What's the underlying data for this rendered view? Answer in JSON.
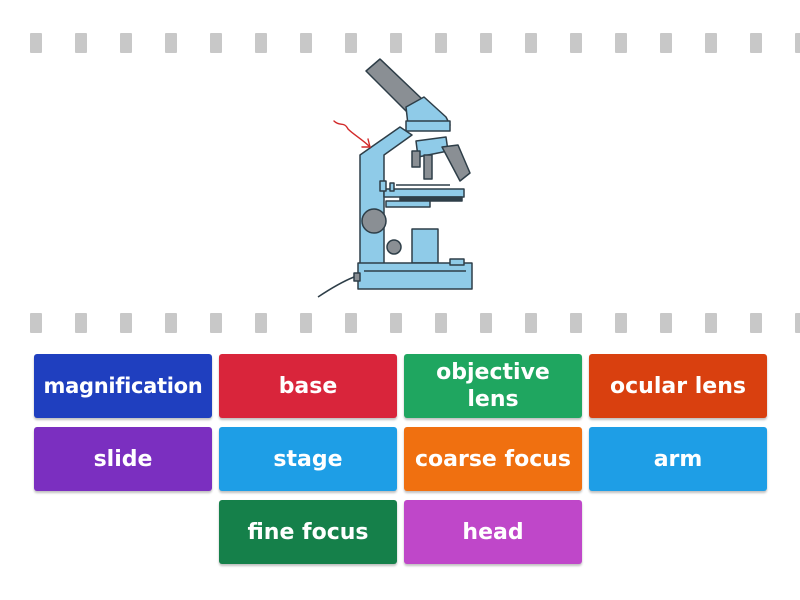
{
  "image": {
    "subject": "microscope",
    "icon": "microscope-illustration"
  },
  "tiles": [
    {
      "label": "magnification",
      "color": "#1f3fbf"
    },
    {
      "label": "base",
      "color": "#d9253b"
    },
    {
      "label": "objective lens",
      "color": "#1fa660"
    },
    {
      "label": "ocular lens",
      "color": "#d9400f"
    },
    {
      "label": "slide",
      "color": "#7b2fc0"
    },
    {
      "label": "stage",
      "color": "#1e9ee6"
    },
    {
      "label": "coarse focus",
      "color": "#f07010"
    },
    {
      "label": "arm",
      "color": "#1e9ee6"
    },
    {
      "label": "fine focus",
      "color": "#15804a"
    },
    {
      "label": "head",
      "color": "#bf47c9"
    }
  ],
  "colors": {
    "dash": "#c8c8c8",
    "microscope_fill": "#8fcbe8",
    "microscope_stroke": "#2e3e48",
    "arrow": "#d22a2a"
  }
}
